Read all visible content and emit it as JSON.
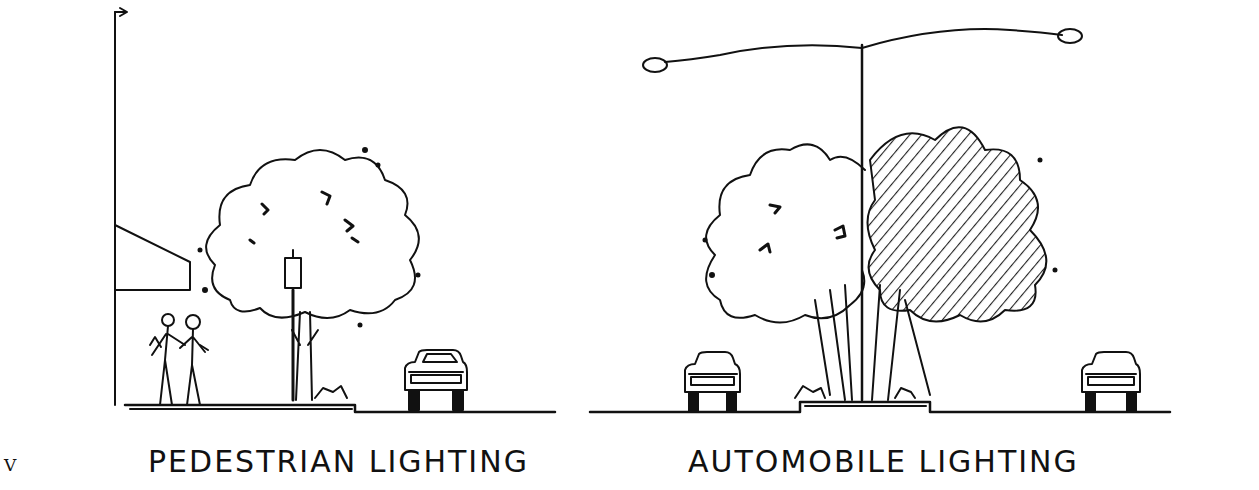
{
  "diagram": {
    "labels": [
      "V",
      "PEDESTRIAN LIGHTING",
      "AUTOMOBILE LIGHTING"
    ]
  }
}
